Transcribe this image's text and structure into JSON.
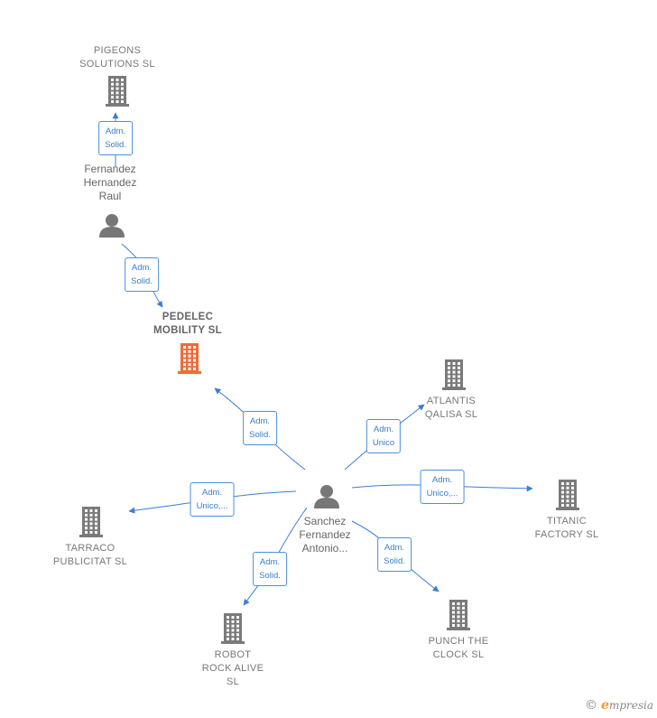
{
  "colors": {
    "edge": "#3a7fd5",
    "building": "#7a7a7a",
    "building_focus": "#f26a3a",
    "person": "#777777"
  },
  "nodes": [
    {
      "id": "pigeons",
      "kind": "company",
      "label": "PIGEONS\nSOLUTIONS  SL",
      "icon": "building-icon"
    },
    {
      "id": "raul",
      "kind": "person",
      "label": "Fernandez\nHernandez\nRaul",
      "icon": "person-icon"
    },
    {
      "id": "pedelec",
      "kind": "focus",
      "label": "PEDELEC\nMOBILITY  SL",
      "icon": "building-icon"
    },
    {
      "id": "atlantis",
      "kind": "company",
      "label": "ATLANTIS\nQALISA  SL",
      "icon": "building-icon"
    },
    {
      "id": "titanic",
      "kind": "company",
      "label": "TITANIC\nFACTORY  SL",
      "icon": "building-icon"
    },
    {
      "id": "sanchez",
      "kind": "person",
      "label": "Sanchez\nFernandez\nAntonio...",
      "icon": "person-icon"
    },
    {
      "id": "tarraco",
      "kind": "company",
      "label": "TARRACO\nPUBLICITAT  SL",
      "icon": "building-icon"
    },
    {
      "id": "robot",
      "kind": "company",
      "label": "ROBOT\nROCK ALIVE\nSL",
      "icon": "building-icon"
    },
    {
      "id": "punch",
      "kind": "company",
      "label": "PUNCH THE\nCLOCK SL",
      "icon": "building-icon"
    }
  ],
  "edges": [
    {
      "from": "raul",
      "to": "pigeons",
      "label": "Adm.\nSolid."
    },
    {
      "from": "raul",
      "to": "pedelec",
      "label": "Adm.\nSolid."
    },
    {
      "from": "sanchez",
      "to": "pedelec",
      "label": "Adm.\nSolid."
    },
    {
      "from": "sanchez",
      "to": "atlantis",
      "label": "Adm.\nUnico"
    },
    {
      "from": "sanchez",
      "to": "titanic",
      "label": "Adm.\nUnico,..."
    },
    {
      "from": "sanchez",
      "to": "tarraco",
      "label": "Adm.\nUnico,..."
    },
    {
      "from": "sanchez",
      "to": "robot",
      "label": "Adm.\nSolid."
    },
    {
      "from": "sanchez",
      "to": "punch",
      "label": "Adm.\nSolid."
    }
  ],
  "watermark": {
    "copyright": "©",
    "brand_initial": "e",
    "brand_rest": "mpresia"
  }
}
